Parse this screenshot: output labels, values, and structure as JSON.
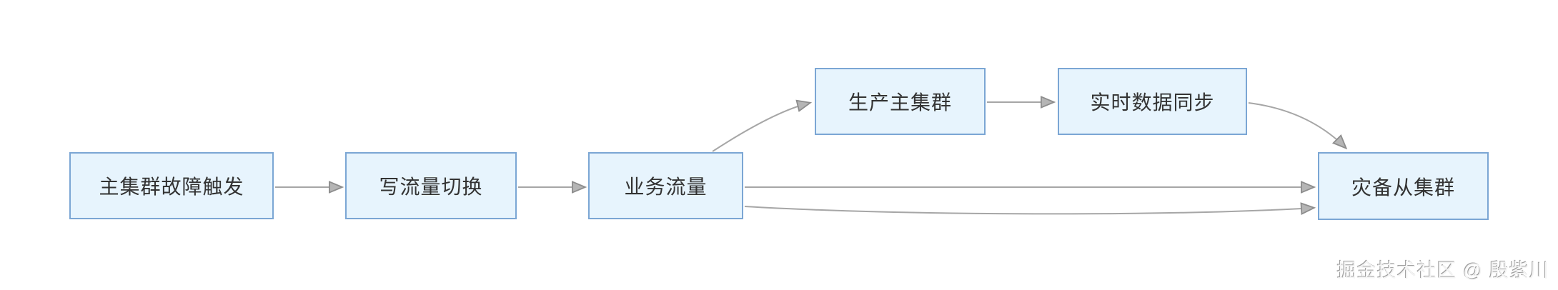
{
  "diagram": {
    "nodes": [
      {
        "id": "main-cluster-failure-trigger",
        "label": "主集群故障触发"
      },
      {
        "id": "write-traffic-switch",
        "label": "写流量切换"
      },
      {
        "id": "business-traffic",
        "label": "业务流量"
      },
      {
        "id": "production-main-cluster",
        "label": "生产主集群"
      },
      {
        "id": "realtime-data-sync",
        "label": "实时数据同步"
      },
      {
        "id": "disaster-recovery-slave-cluster",
        "label": "灾备从集群"
      }
    ],
    "edges": [
      {
        "from": "main-cluster-failure-trigger",
        "to": "write-traffic-switch",
        "style": "straight"
      },
      {
        "from": "write-traffic-switch",
        "to": "business-traffic",
        "style": "straight"
      },
      {
        "from": "business-traffic",
        "to": "production-main-cluster",
        "style": "curved-up"
      },
      {
        "from": "production-main-cluster",
        "to": "realtime-data-sync",
        "style": "straight"
      },
      {
        "from": "realtime-data-sync",
        "to": "disaster-recovery-slave-cluster",
        "style": "curved-down"
      },
      {
        "from": "business-traffic",
        "to": "disaster-recovery-slave-cluster",
        "style": "straight"
      },
      {
        "from": "business-traffic",
        "to": "disaster-recovery-slave-cluster",
        "style": "curved-sag"
      }
    ],
    "colors": {
      "node_fill": "#e7f4fd",
      "node_border": "#7ba6d4",
      "node_text": "#333333",
      "arrow_line": "#a6a6a6",
      "arrow_head_fill": "#b5b5b5",
      "arrow_head_stroke": "#8d8d8d",
      "background": "#ffffff"
    }
  },
  "watermark": {
    "text": "掘金技术社区 @ 殷紫川"
  }
}
